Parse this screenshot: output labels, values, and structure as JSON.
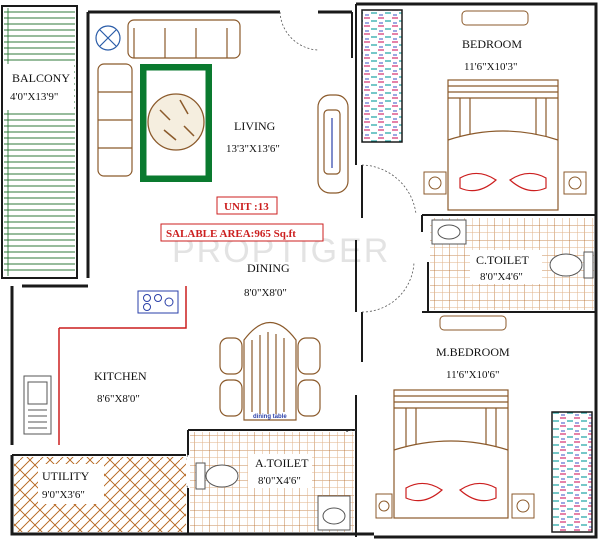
{
  "watermark": "PROPTIGER",
  "unit": {
    "label": "UNIT :13"
  },
  "saleable_area": {
    "label": "SALABLE AREA:965 Sq.ft"
  },
  "rooms": {
    "balcony": {
      "name": "BALCONY",
      "dims": "4'0\"X13'9\""
    },
    "living": {
      "name": "LIVING",
      "dims": "13'3\"X13'6\""
    },
    "dining": {
      "name": "DINING",
      "dims": "8'0\"X8'0\""
    },
    "kitchen": {
      "name": "KITCHEN",
      "dims": "8'6\"X8'0\""
    },
    "utility": {
      "name": "UTILITY",
      "dims": "9'0\"X3'6\""
    },
    "bedroom": {
      "name": "BEDROOM",
      "dims": "11'6\"X10'3\""
    },
    "c_toilet": {
      "name": "C.TOILET",
      "dims": "8'0\"X4'6\""
    },
    "m_bedroom": {
      "name": "M.BEDROOM",
      "dims": "11'6\"X10'6\""
    },
    "a_toilet": {
      "name": "A.TOILET",
      "dims": "8'0\"X4'6\""
    }
  },
  "furniture": {
    "dining_table_label": "dining table"
  },
  "colors": {
    "wall": "#1a1a1a",
    "accent_red": "#cc1f1f",
    "furniture": "#8b5a2b",
    "rug_green": "#0a7a2f",
    "tile_brown": "#a0522d"
  }
}
